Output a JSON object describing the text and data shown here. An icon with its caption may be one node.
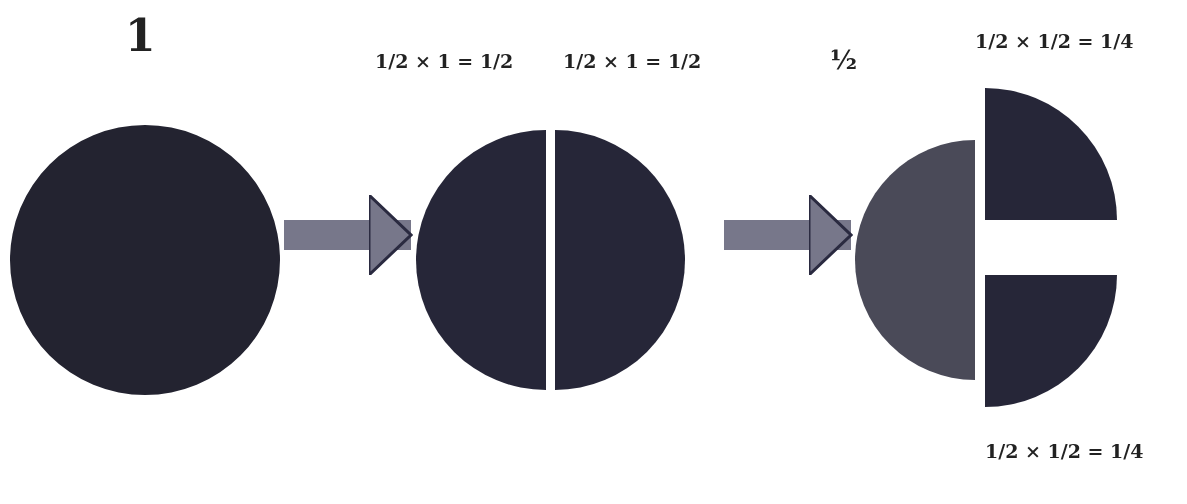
{
  "diagram": {
    "nodes": [
      {
        "text": [
          "1"
        ]
      },
      {
        "text": [
          "1/2 × 1 = 1/2"
        ]
      },
      {
        "text": [
          "1/2 × 1 = 1/2"
        ]
      },
      {
        "text": [
          "½"
        ]
      },
      {
        "text": [
          "1/2 × 1/2 = 1/4"
        ]
      },
      {
        "text": [
          "1/2 × 1/2 = 1/4"
        ]
      }
    ],
    "edges": [
      {
        "from": 0,
        "to": 1,
        "arrow": "to"
      },
      {
        "from": 2,
        "to": 3,
        "arrow": "to"
      }
    ]
  }
}
